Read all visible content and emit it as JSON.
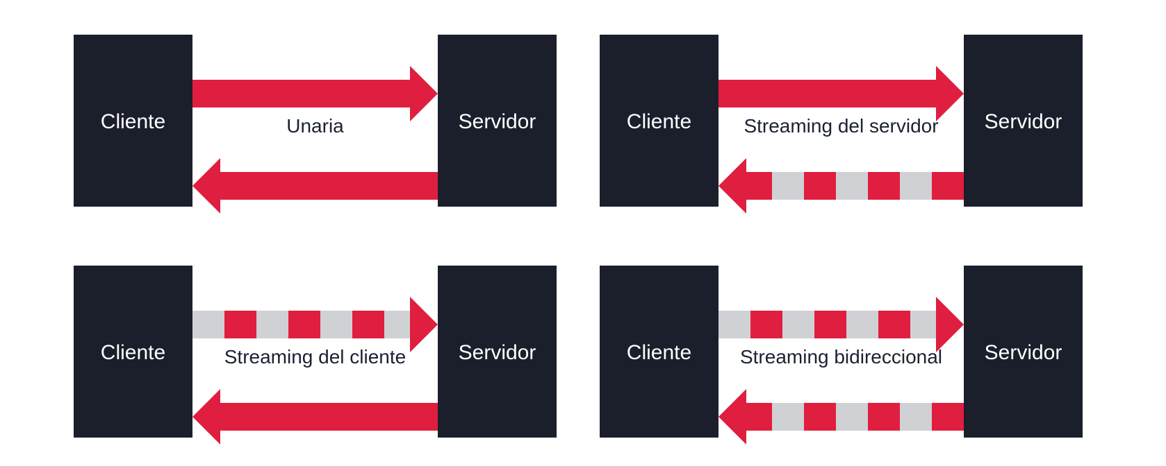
{
  "colors": {
    "box": "#1b1f2c",
    "arrow": "#e01e3f",
    "stream_gap": "#d0d1d5",
    "text_dark": "#1b2130",
    "text_light": "#ffffff"
  },
  "panels": [
    {
      "id": "unary",
      "client_label": "Cliente",
      "server_label": "Servidor",
      "mode_label": "Unaria",
      "request_streaming": false,
      "response_streaming": false
    },
    {
      "id": "server-streaming",
      "client_label": "Cliente",
      "server_label": "Servidor",
      "mode_label": "Streaming del servidor",
      "request_streaming": false,
      "response_streaming": true
    },
    {
      "id": "client-streaming",
      "client_label": "Cliente",
      "server_label": "Servidor",
      "mode_label": "Streaming del cliente",
      "request_streaming": true,
      "response_streaming": false
    },
    {
      "id": "bidirectional-streaming",
      "client_label": "Cliente",
      "server_label": "Servidor",
      "mode_label": "Streaming bidireccional",
      "request_streaming": true,
      "response_streaming": true
    }
  ]
}
